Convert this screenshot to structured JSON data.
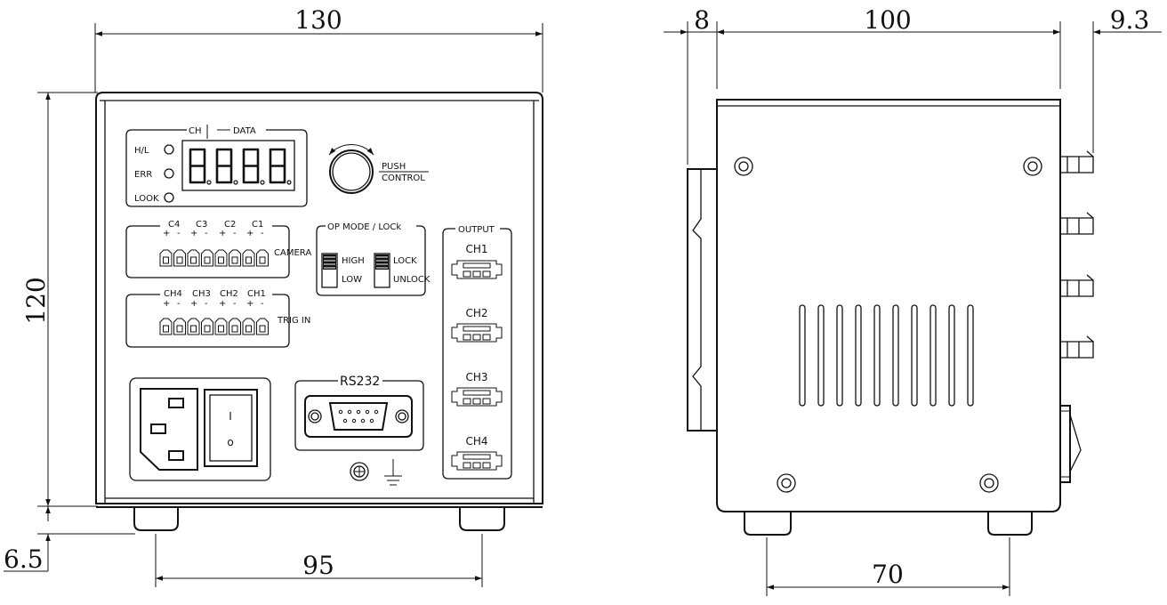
{
  "dimensions": {
    "front_width": "130",
    "front_height": "120",
    "foot_height": "6.5",
    "foot_spacing_front": "95",
    "side_front_offset": "8",
    "side_depth": "100",
    "side_rear_offset": "9.3",
    "foot_spacing_side": "70"
  },
  "front_panel": {
    "ch_label": "CH",
    "data_label": "DATA",
    "indicators": [
      "H/L",
      "ERR",
      "LOOK"
    ],
    "seven_seg_display": "8.8.8.8.",
    "knob_label_line1": "PUSH",
    "knob_label_line2": "CONTROL",
    "camera_channels": [
      "C4",
      "C3",
      "C2",
      "C1"
    ],
    "camera_label": "CAMERA",
    "trig_channels": [
      "CH4",
      "CH3",
      "CH2",
      "CH1"
    ],
    "trig_label": "TRIG IN",
    "polarity_plus": "+",
    "polarity_minus": "-",
    "op_mode_title": "OP MODE / LOCk",
    "switch1_labels": [
      "HIGH",
      "LOW"
    ],
    "switch2_labels": [
      "LOCK",
      "UNLOCK"
    ],
    "output_title": "OUTPUT",
    "outputs": [
      "CH1",
      "CH2",
      "CH3",
      "CH4"
    ],
    "rs232_label": "RS232",
    "power_switch_on": "I",
    "power_switch_off": "o"
  }
}
